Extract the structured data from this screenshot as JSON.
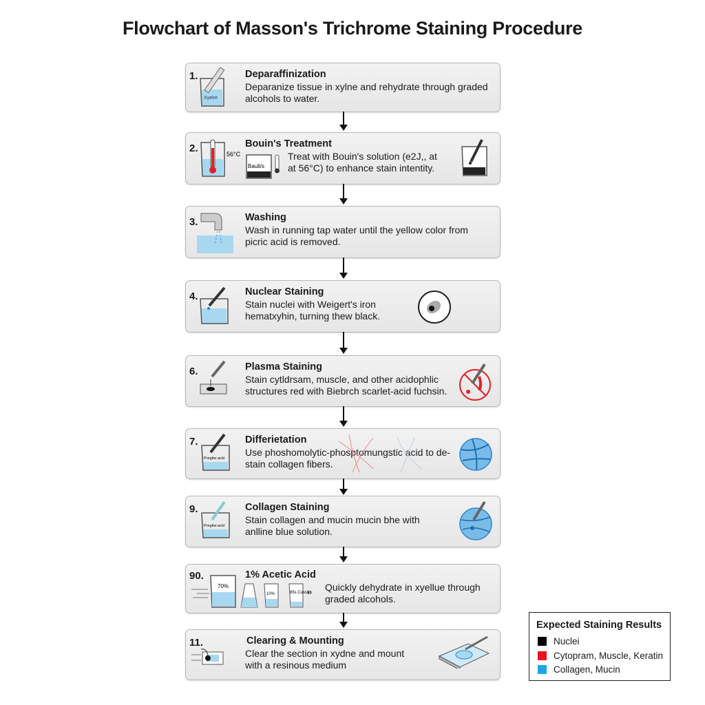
{
  "title": "Flowchart of Masson's Trichrome Staining Procedure",
  "steps": [
    {
      "number": "1.",
      "heading": "Deparaffinization",
      "description": "Deparanize tissue in xylne and rehydrate through graded alcohols to water.",
      "icon_labels": [
        "Xyelre"
      ],
      "icon": "beaker-with-slide-icon"
    },
    {
      "number": "2.",
      "heading": "Bouin's Treatment",
      "description": "Treat with Bouin's solution (e2J,, at at 56°C) to enhance stain intentity.",
      "icon_labels": [
        "56°C",
        "Bauli/s"
      ],
      "icon": "thermometer-beaker-icon"
    },
    {
      "number": "3.",
      "heading": "Washing",
      "description": "Wash in running tap water until the yellow color from picric acid is removed.",
      "icon": "tap-water-icon"
    },
    {
      "number": "4.",
      "heading": "Nuclear Staining",
      "description": "Stain nuclei with Weigert's iron hematxyhin, turning thew black.",
      "icon": "dropper-beaker-icon"
    },
    {
      "number": "6.",
      "heading": "Plasma Staining",
      "description": "Stain cytldrsam, muscle, and other acidophlic structures red with Biebrch scarlet-acid fuchsin.",
      "icon": "dropper-slide-icon"
    },
    {
      "number": "7.",
      "heading": "Differietation",
      "description": "Use phoshomolytic-phosptomungstic acid to de-stain collagen fibers.",
      "icon_labels": [
        "Pregtiw acid"
      ],
      "icon": "dropper-beaker-icon"
    },
    {
      "number": "9.",
      "heading": "Collagen Staining",
      "description": "Stain collagen and mucin mucin bhe with anlline blue solution.",
      "icon_labels": [
        "Pregtiw-acid"
      ],
      "icon": "dropper-beaker-icon"
    },
    {
      "number": "90.",
      "heading": "1% Acetic Acid",
      "description": "Quickly dehydrate in xyellue through graded alcohols.",
      "icon_labels": [
        "70%",
        "10%",
        "85s Cusse",
        "»"
      ],
      "icon": "graded-beakers-icon"
    },
    {
      "number": "11.",
      "heading": "Clearing & Mounting",
      "description": "Clear the section in xydne and mount with a resinous medium",
      "icon": "slide-icon"
    }
  ],
  "legend": {
    "title": "Expected Staining Results",
    "items": [
      {
        "label": "Nuclei",
        "color": "#000000"
      },
      {
        "label": "Cytopram, Muscle, Keratin",
        "color": "#e8141c"
      },
      {
        "label": "Collagen, Mucin",
        "color": "#1ea7e6"
      }
    ]
  },
  "colors": {
    "box": "#ececec",
    "border": "#b8b8b8",
    "water": "#a8d8f0",
    "red": "#e32028",
    "blue": "#2a86d0"
  }
}
